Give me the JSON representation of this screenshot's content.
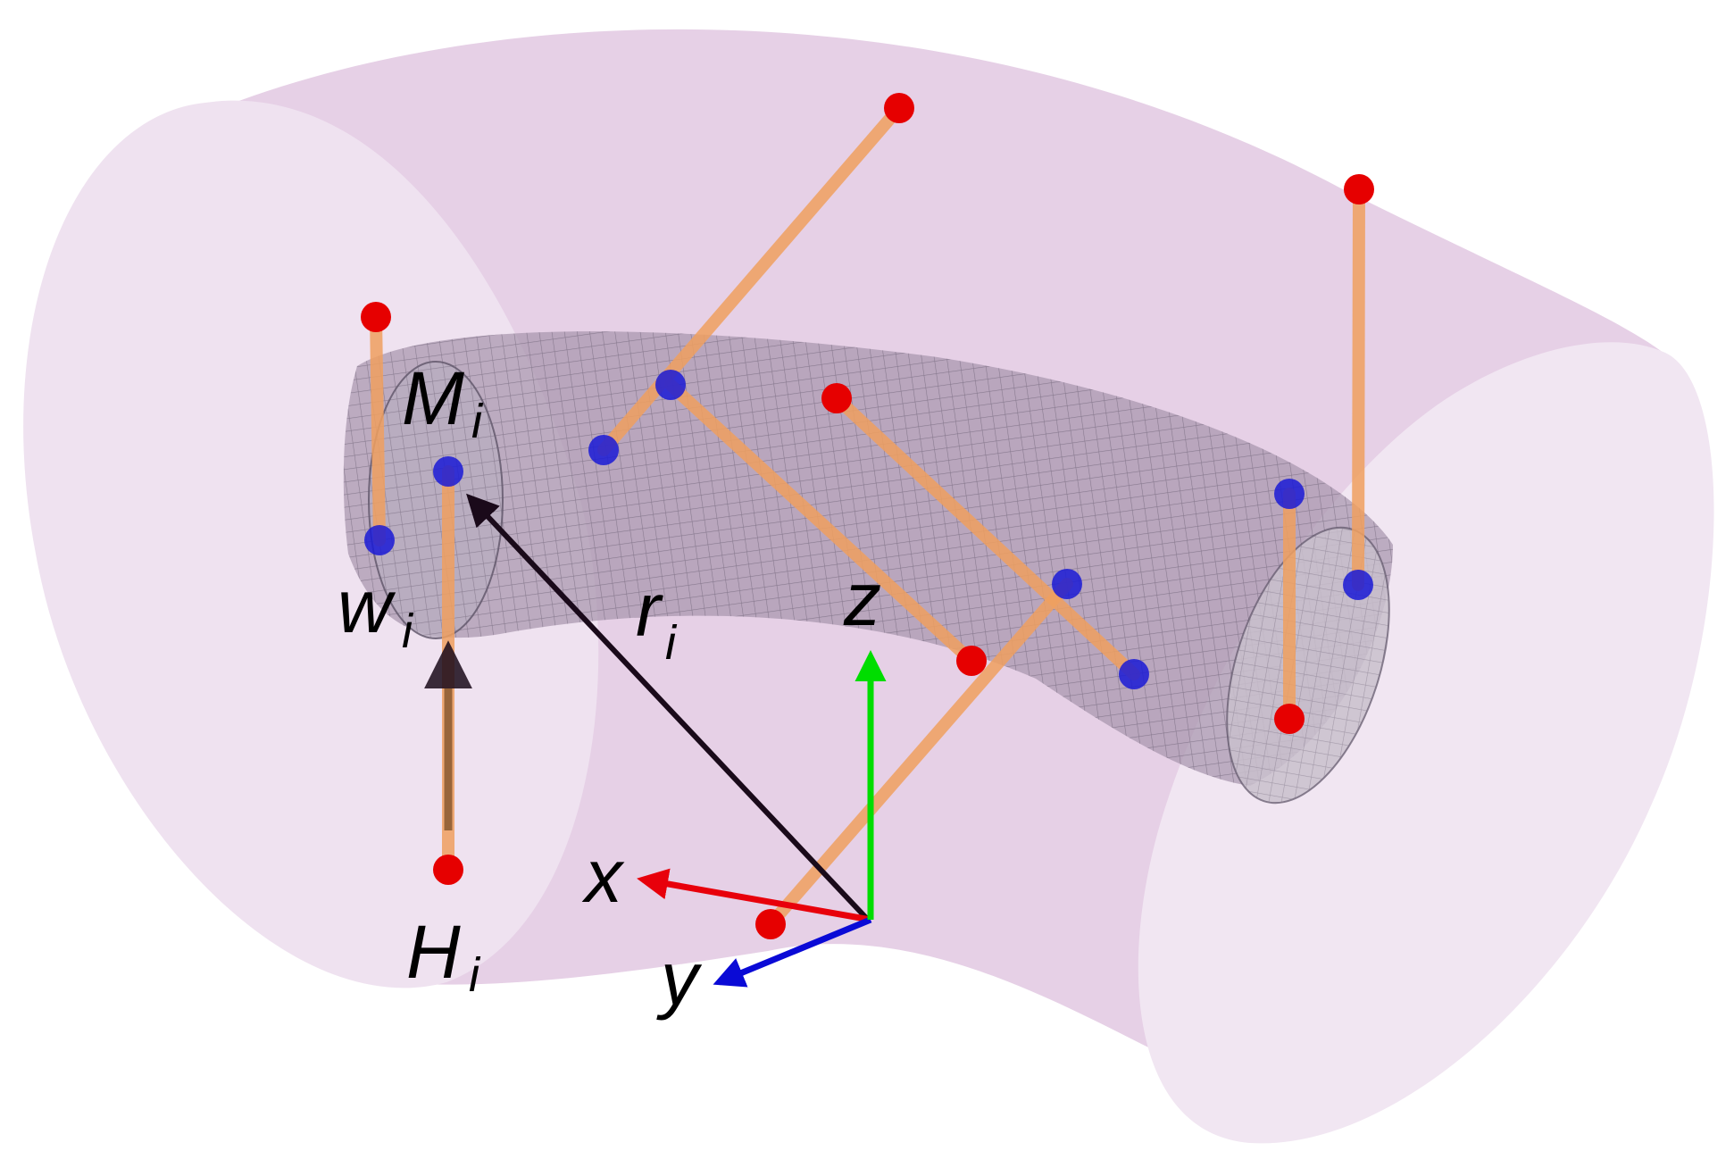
{
  "labels": {
    "M": {
      "main": "M",
      "sub": "i"
    },
    "w": {
      "main": "w",
      "sub": "i"
    },
    "r": {
      "main": "r",
      "sub": "i"
    },
    "H": {
      "main": "H",
      "sub": "i"
    },
    "z": "z",
    "x": "x",
    "y": "y"
  },
  "colors": {
    "outer_tube": "#e6d0e6",
    "outer_tube_end": "#f0e4f1",
    "inner_tube": "#a796ad",
    "inner_mesh": "#6e6378",
    "leg": "#f0a060",
    "platform_point": "#e60000",
    "base_point": "#1a1ad6",
    "vector_r": "#1a0a1a",
    "axis_x": "#e8000b",
    "axis_y": "#0a0ad6",
    "axis_z": "#00dd00"
  },
  "legs": [
    {
      "name": "leg-1",
      "top": [
        421,
        355
      ],
      "bottom": [
        425,
        605
      ]
    },
    {
      "name": "leg-2",
      "top": [
        1007,
        121
      ],
      "bottom": [
        676,
        504
      ]
    },
    {
      "name": "leg-3",
      "top": [
        1522,
        212
      ],
      "bottom": [
        1521,
        655
      ]
    },
    {
      "name": "leg-4",
      "top": [
        937,
        446
      ],
      "bottom": [
        1270,
        755
      ]
    },
    {
      "name": "leg-5",
      "top": [
        751,
        431
      ],
      "bottom": [
        1088,
        740
      ]
    },
    {
      "name": "leg-6",
      "top": [
        1195,
        654
      ],
      "bottom": [
        863,
        1035
      ]
    },
    {
      "name": "leg-7",
      "top": [
        1444,
        553
      ],
      "bottom": [
        1444,
        805
      ]
    },
    {
      "name": "leg-8",
      "top": [
        502,
        528
      ],
      "bottom": [
        502,
        974
      ]
    }
  ]
}
